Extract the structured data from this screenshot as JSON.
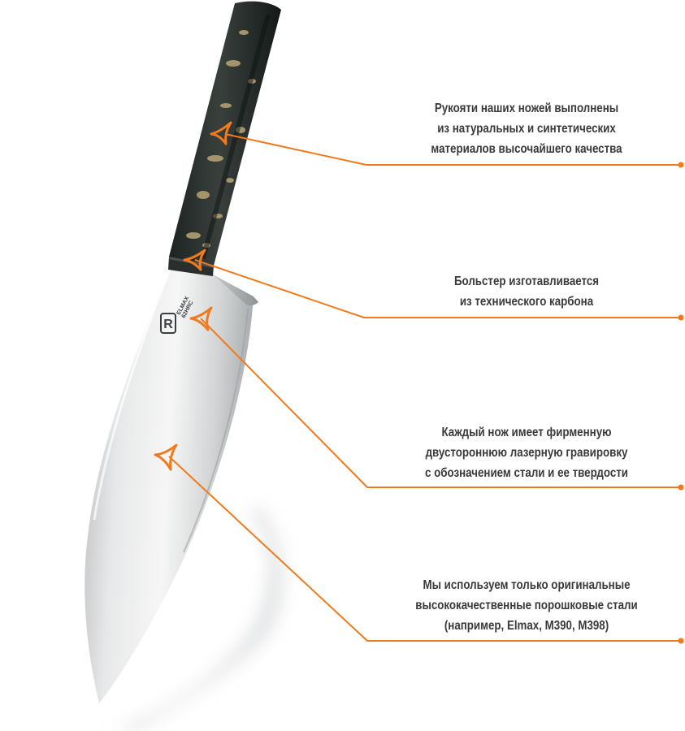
{
  "colors": {
    "accent": "#f07a1c",
    "text": "#3a3a3a",
    "handle_dark": "#2c3330",
    "handle_figure": "#b9a574",
    "blade": "#d9dbdc"
  },
  "logo": {
    "mark": "R",
    "lines": [
      "ELMAX",
      "62HRC"
    ]
  },
  "callouts": [
    {
      "lines": [
        "Рукояти наших ножей выполнены",
        "из натуральных и синтетических",
        "материалов высочайшего качества"
      ]
    },
    {
      "lines": [
        "Больстер изготавливается",
        "из технического карбона"
      ]
    },
    {
      "lines": [
        "Каждый нож имеет фирменную",
        "двустороннюю лазерную гравировку",
        "с обозначением стали и ее твердости"
      ]
    },
    {
      "lines": [
        "Мы используем только оригинальные",
        "высококачественные порошковые стали",
        "(например, Elmax, M390, M398)"
      ]
    }
  ]
}
